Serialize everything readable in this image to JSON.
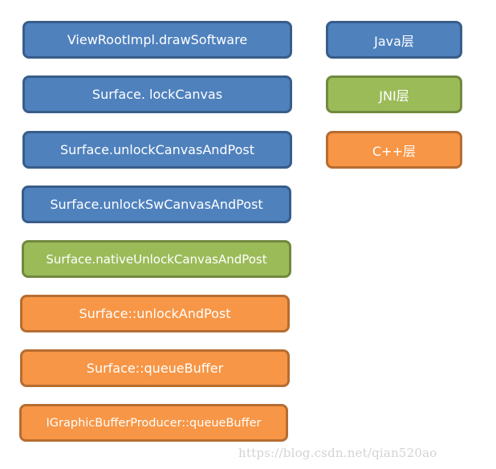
{
  "colors": {
    "java": "#4F81BD",
    "jni": "#9BBB59",
    "cpp": "#F79646"
  },
  "flow": [
    {
      "label": "ViewRootImpl.drawSoftware",
      "layer": "java"
    },
    {
      "label": "Surface. lockCanvas",
      "layer": "java"
    },
    {
      "label": "Surface.unlockCanvasAndPost",
      "layer": "java"
    },
    {
      "label": "Surface.unlockSwCanvasAndPost",
      "layer": "java"
    },
    {
      "label": "Surface.nativeUnlockCanvasAndPost",
      "layer": "jni"
    },
    {
      "label": "Surface::unlockAndPost",
      "layer": "cpp"
    },
    {
      "label": "Surface::queueBuffer",
      "layer": "cpp"
    },
    {
      "label": "IGraphicBufferProducer::queueBuffer",
      "layer": "cpp"
    }
  ],
  "legend": [
    {
      "label": "Java层",
      "layer": "java"
    },
    {
      "label": "JNI层",
      "layer": "jni"
    },
    {
      "label": "C++层",
      "layer": "cpp"
    }
  ],
  "watermark": "https://blog.csdn.net/qian520ao"
}
